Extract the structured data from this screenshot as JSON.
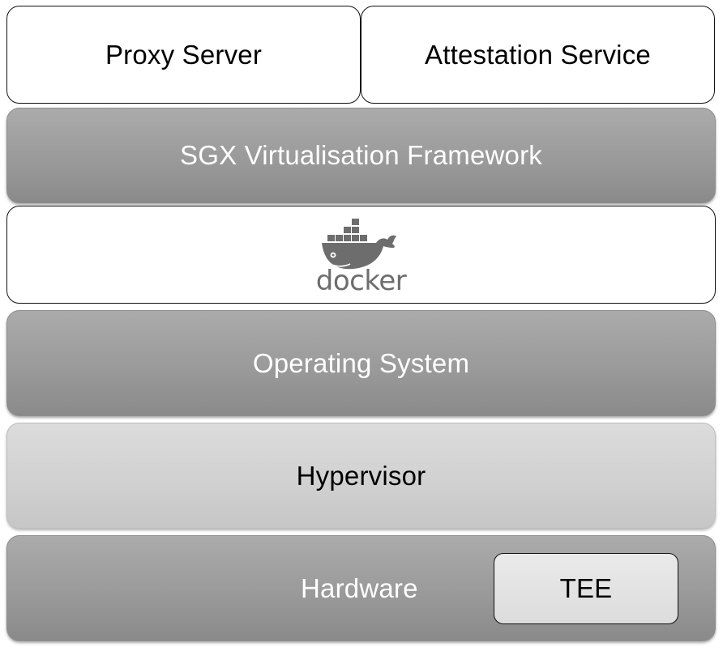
{
  "layers": {
    "proxy_server": "Proxy Server",
    "attestation_service": "Attestation Service",
    "sgx_framework": "SGX Virtualisation Framework",
    "docker": "docker",
    "operating_system": "Operating System",
    "hypervisor": "Hypervisor",
    "hardware": "Hardware",
    "tee": "TEE"
  },
  "colors": {
    "dark_layer": "#9a9a9a",
    "light_layer": "#d0d0d0",
    "docker_logo": "#6d6d6d"
  },
  "icons": {
    "docker_logo": "docker-whale-logo"
  }
}
